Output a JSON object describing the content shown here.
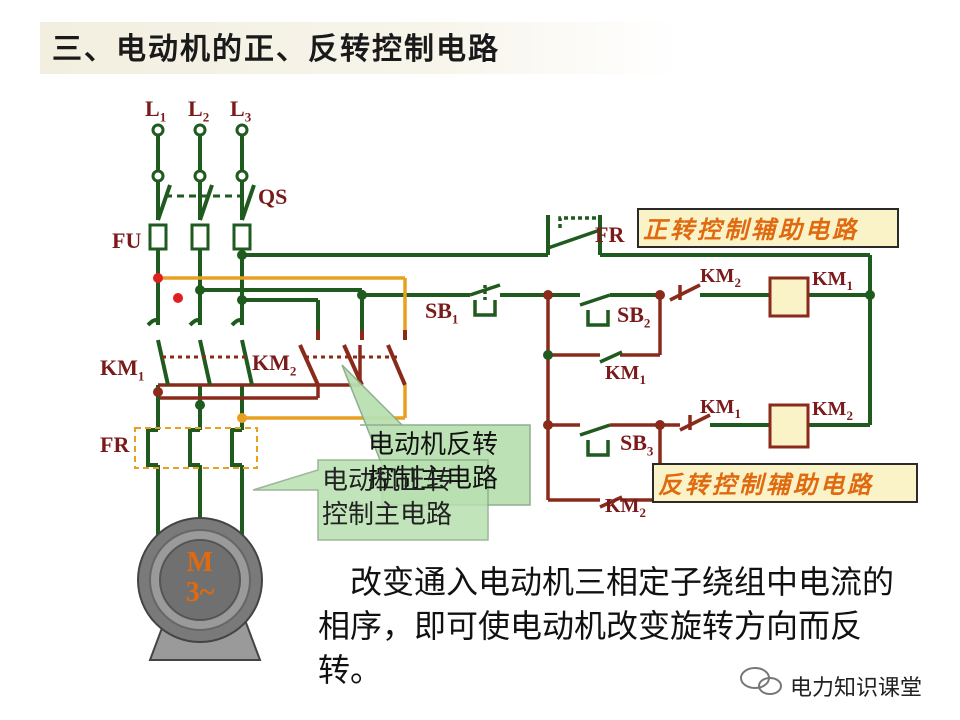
{
  "title": "三、电动机的正、反转控制电路",
  "labels": {
    "L1": "L",
    "L1_sub": "1",
    "L2": "L",
    "L2_sub": "2",
    "L3": "L",
    "L3_sub": "3",
    "QS": "QS",
    "FU": "FU",
    "KM1_main": "KM",
    "KM1_main_sub": "1",
    "KM2_main": "KM",
    "KM2_main_sub": "2",
    "FR_main": "FR",
    "FR_ctrl": "FR",
    "SB1": "SB",
    "SB1_sub": "1",
    "SB2": "SB",
    "SB2_sub": "2",
    "SB3": "SB",
    "SB3_sub": "3",
    "KM1_hold": "KM",
    "KM1_hold_sub": "1",
    "KM2_interlock": "KM",
    "KM2_interlock_sub": "2",
    "KM1_coil": "KM",
    "KM1_coil_sub": "1",
    "KM1_interlock": "KM",
    "KM1_interlock_sub": "1",
    "KM2_coil": "KM",
    "KM2_coil_sub": "2",
    "KM2_hold": "KM",
    "KM2_hold_sub": "2"
  },
  "motor": {
    "line1": "M",
    "line2": "3~"
  },
  "aux_boxes": {
    "forward": "正转控制辅助电路",
    "reverse": "反转控制辅助电路"
  },
  "callouts": {
    "reverse_main": [
      "电动机反转",
      "控制主电路"
    ],
    "forward_main": [
      "电动机正转",
      "控制主电路"
    ]
  },
  "body_text": "　改变通入电动机三相定子绕组中电流的相序，即可使电动机改变旋转方向而反转。",
  "watermark": "电力知识课堂",
  "colors": {
    "wire_green": "#1f5a1f",
    "wire_orange": "#e8a020",
    "wire_brown": "#8a2a1a",
    "callout_green": "#b8e0b0",
    "aux_text": "#e06a10"
  }
}
